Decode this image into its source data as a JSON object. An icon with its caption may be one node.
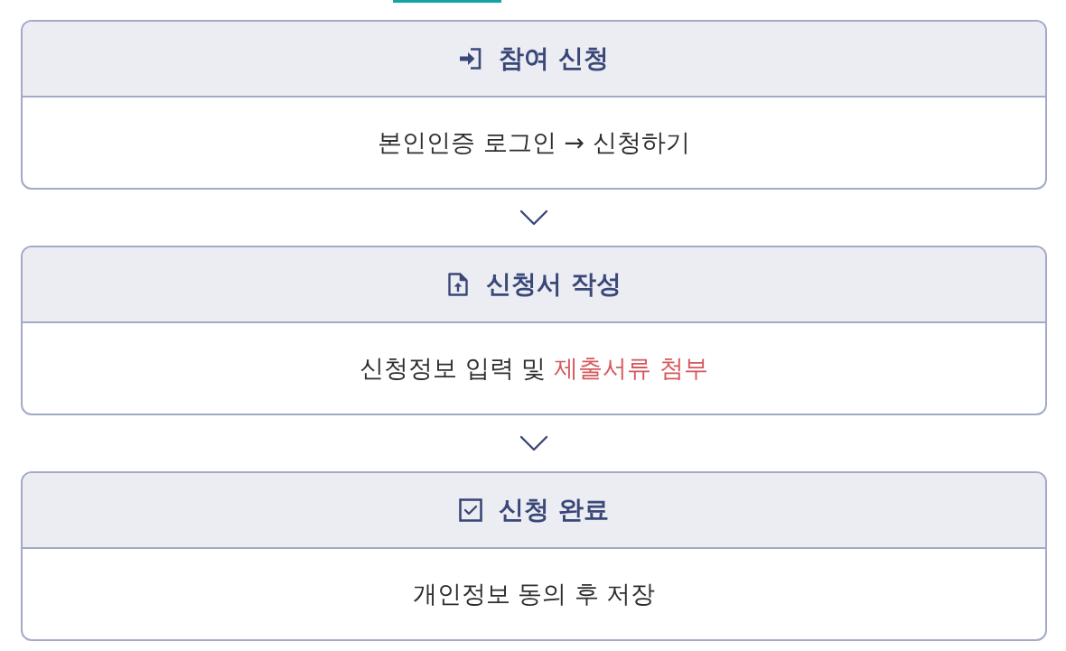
{
  "diagram": {
    "nodes": [
      {
        "text": [
          "참여 신청",
          "본인인증 로그인 → 신청하기"
        ]
      },
      {
        "text": [
          "신청서 작성",
          "신청정보 입력 및 *제출서류 첨부*"
        ]
      },
      {
        "text": [
          "신청 완료",
          "개인정보 동의 후 저장"
        ]
      }
    ],
    "edges": [
      {
        "from": 0,
        "to": 1,
        "arrow": "to"
      },
      {
        "from": 1,
        "to": 2,
        "arrow": "to"
      }
    ]
  }
}
